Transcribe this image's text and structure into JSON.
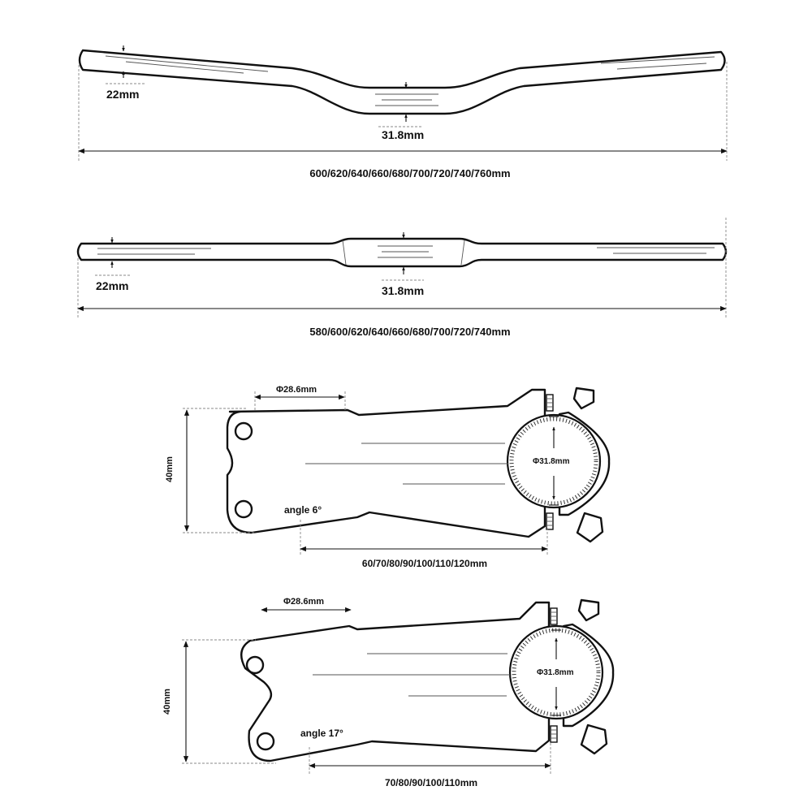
{
  "riser_bar": {
    "grip_label": "22mm",
    "clamp_label": "31.8mm",
    "width_label": "600/620/640/660/680/700/720/740/760mm"
  },
  "flat_bar": {
    "grip_label": "22mm",
    "clamp_label": "31.8mm",
    "width_label": "580/600/620/640/660/680/700/720/740mm"
  },
  "stem_6": {
    "steerer_label": "Φ28.6mm",
    "height_label": "40mm",
    "clamp_label": "Φ31.8mm",
    "angle_label": "angle 6°",
    "length_label": "60/70/80/90/100/110/120mm"
  },
  "stem_17": {
    "steerer_label": "Φ28.6mm",
    "height_label": "40mm",
    "clamp_label": "Φ31.8mm",
    "angle_label": "angle 17°",
    "length_label": "70/80/90/100/110mm"
  }
}
